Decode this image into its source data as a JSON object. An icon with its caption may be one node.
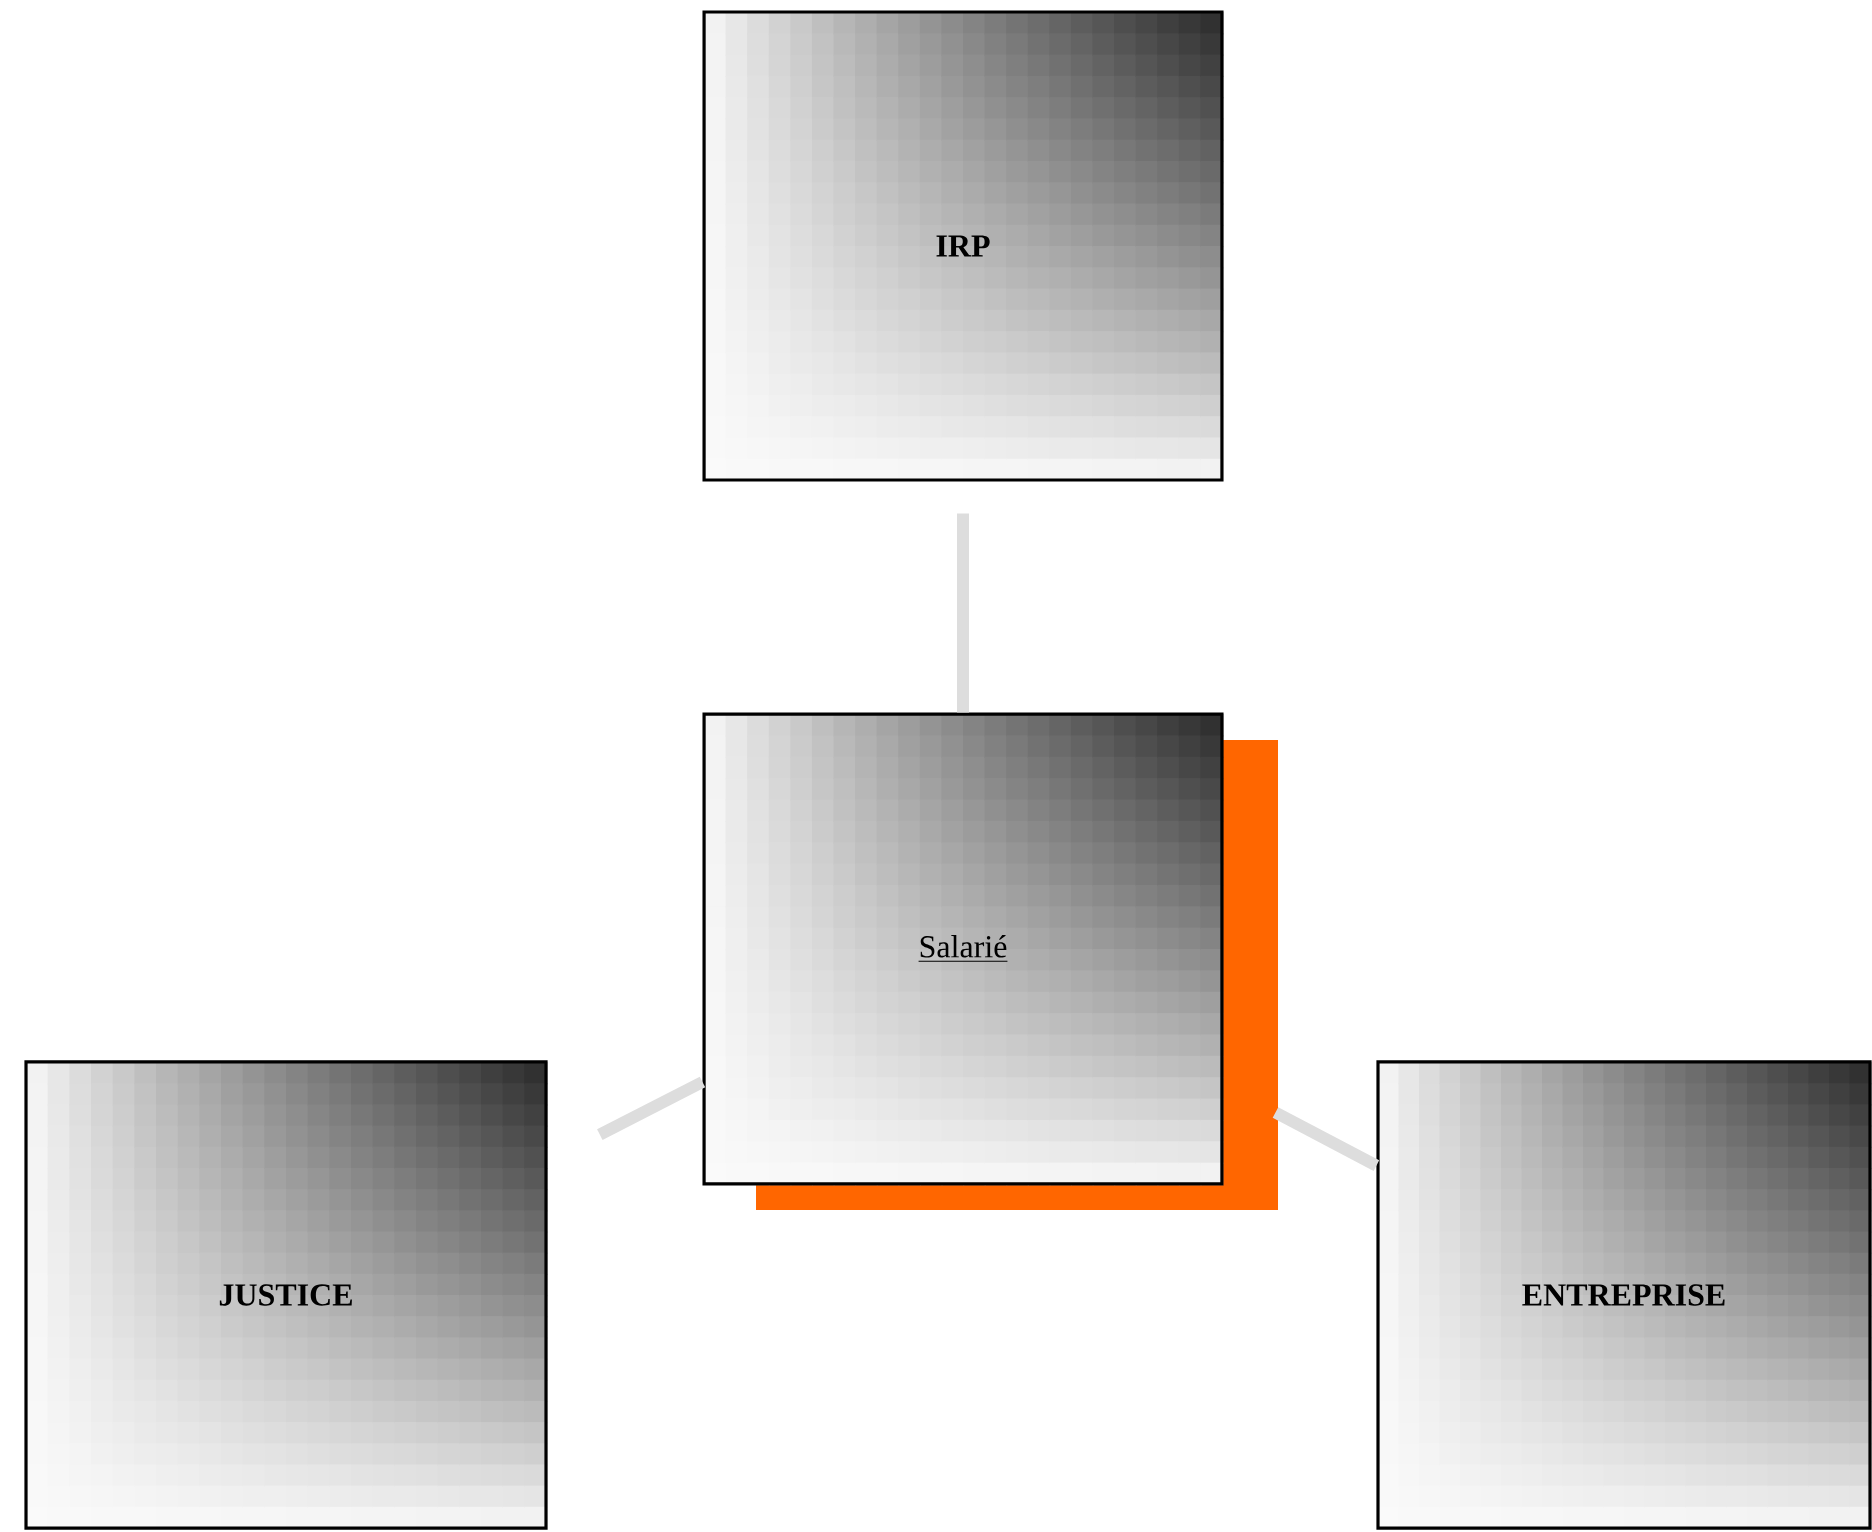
{
  "diagram": {
    "nodes": [
      {
        "text": [
          "IRP"
        ]
      },
      {
        "text": [
          "Salarié"
        ]
      },
      {
        "text": [
          "JUSTICE"
        ]
      },
      {
        "text": [
          "ENTREPRISE"
        ]
      }
    ],
    "edges": [
      {
        "from": 1,
        "to": 0,
        "arrow": "none"
      },
      {
        "from": 1,
        "to": 2,
        "arrow": "none"
      },
      {
        "from": 1,
        "to": 3,
        "arrow": "none"
      }
    ]
  }
}
